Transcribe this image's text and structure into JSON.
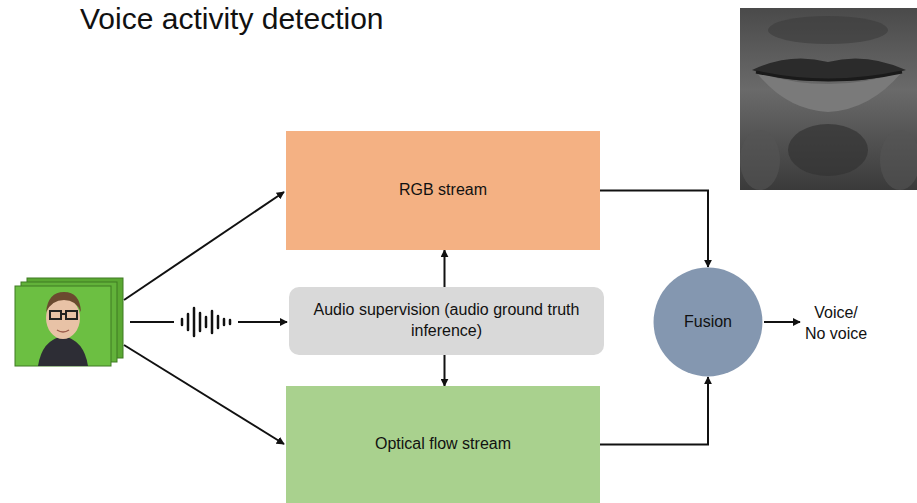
{
  "diagram": {
    "title": "Voice activity detection",
    "nodes": [
      {
        "text": [
          "RGB stream"
        ]
      },
      {
        "text": [
          "Audio supervision (audio ground truth inference)"
        ]
      },
      {
        "text": [
          "Optical flow stream"
        ]
      },
      {
        "text": [
          "Fusion"
        ]
      }
    ],
    "edges": [
      {
        "from": 1,
        "to": 0,
        "arrow": "to"
      },
      {
        "from": 1,
        "to": 2,
        "arrow": "to"
      },
      {
        "from": 0,
        "to": 3,
        "arrow": "to"
      },
      {
        "from": 2,
        "to": 3,
        "arrow": "to"
      }
    ],
    "labels": [
      "Voice/ No voice"
    ]
  }
}
